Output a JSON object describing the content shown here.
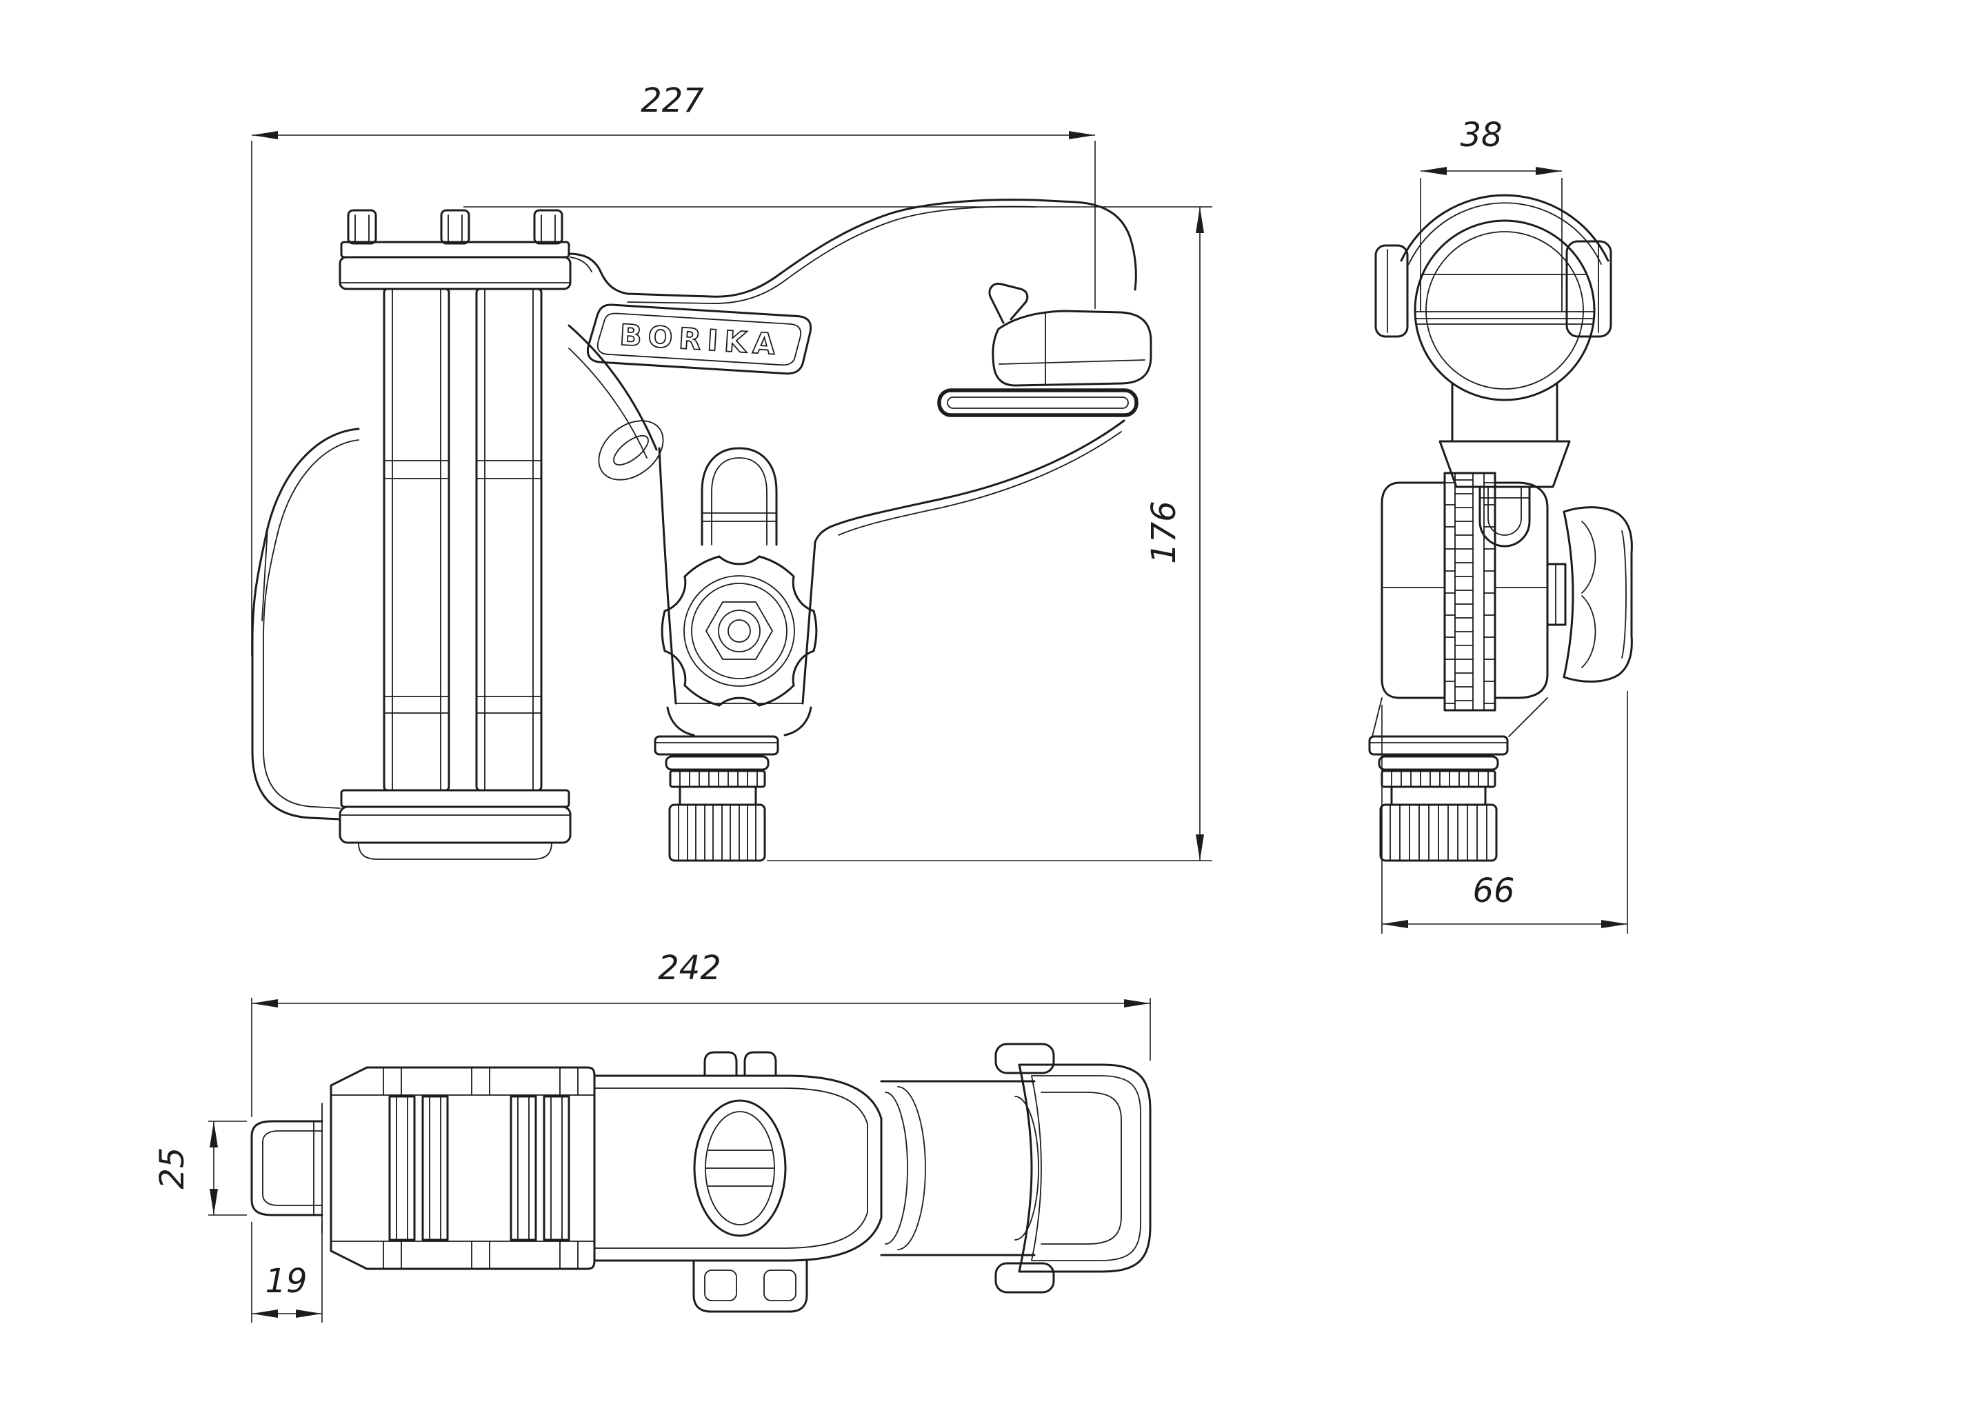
{
  "logo": {
    "text": "BORIKA"
  },
  "dimensions": {
    "side_length": "227",
    "side_height": "176",
    "front_tube_width": "38",
    "front_base_width": "66",
    "top_length": "242",
    "top_tongue_depth": "25",
    "top_tongue_width": "19"
  },
  "colors": {
    "line": "#1c1c1c",
    "background": "#ffffff"
  }
}
